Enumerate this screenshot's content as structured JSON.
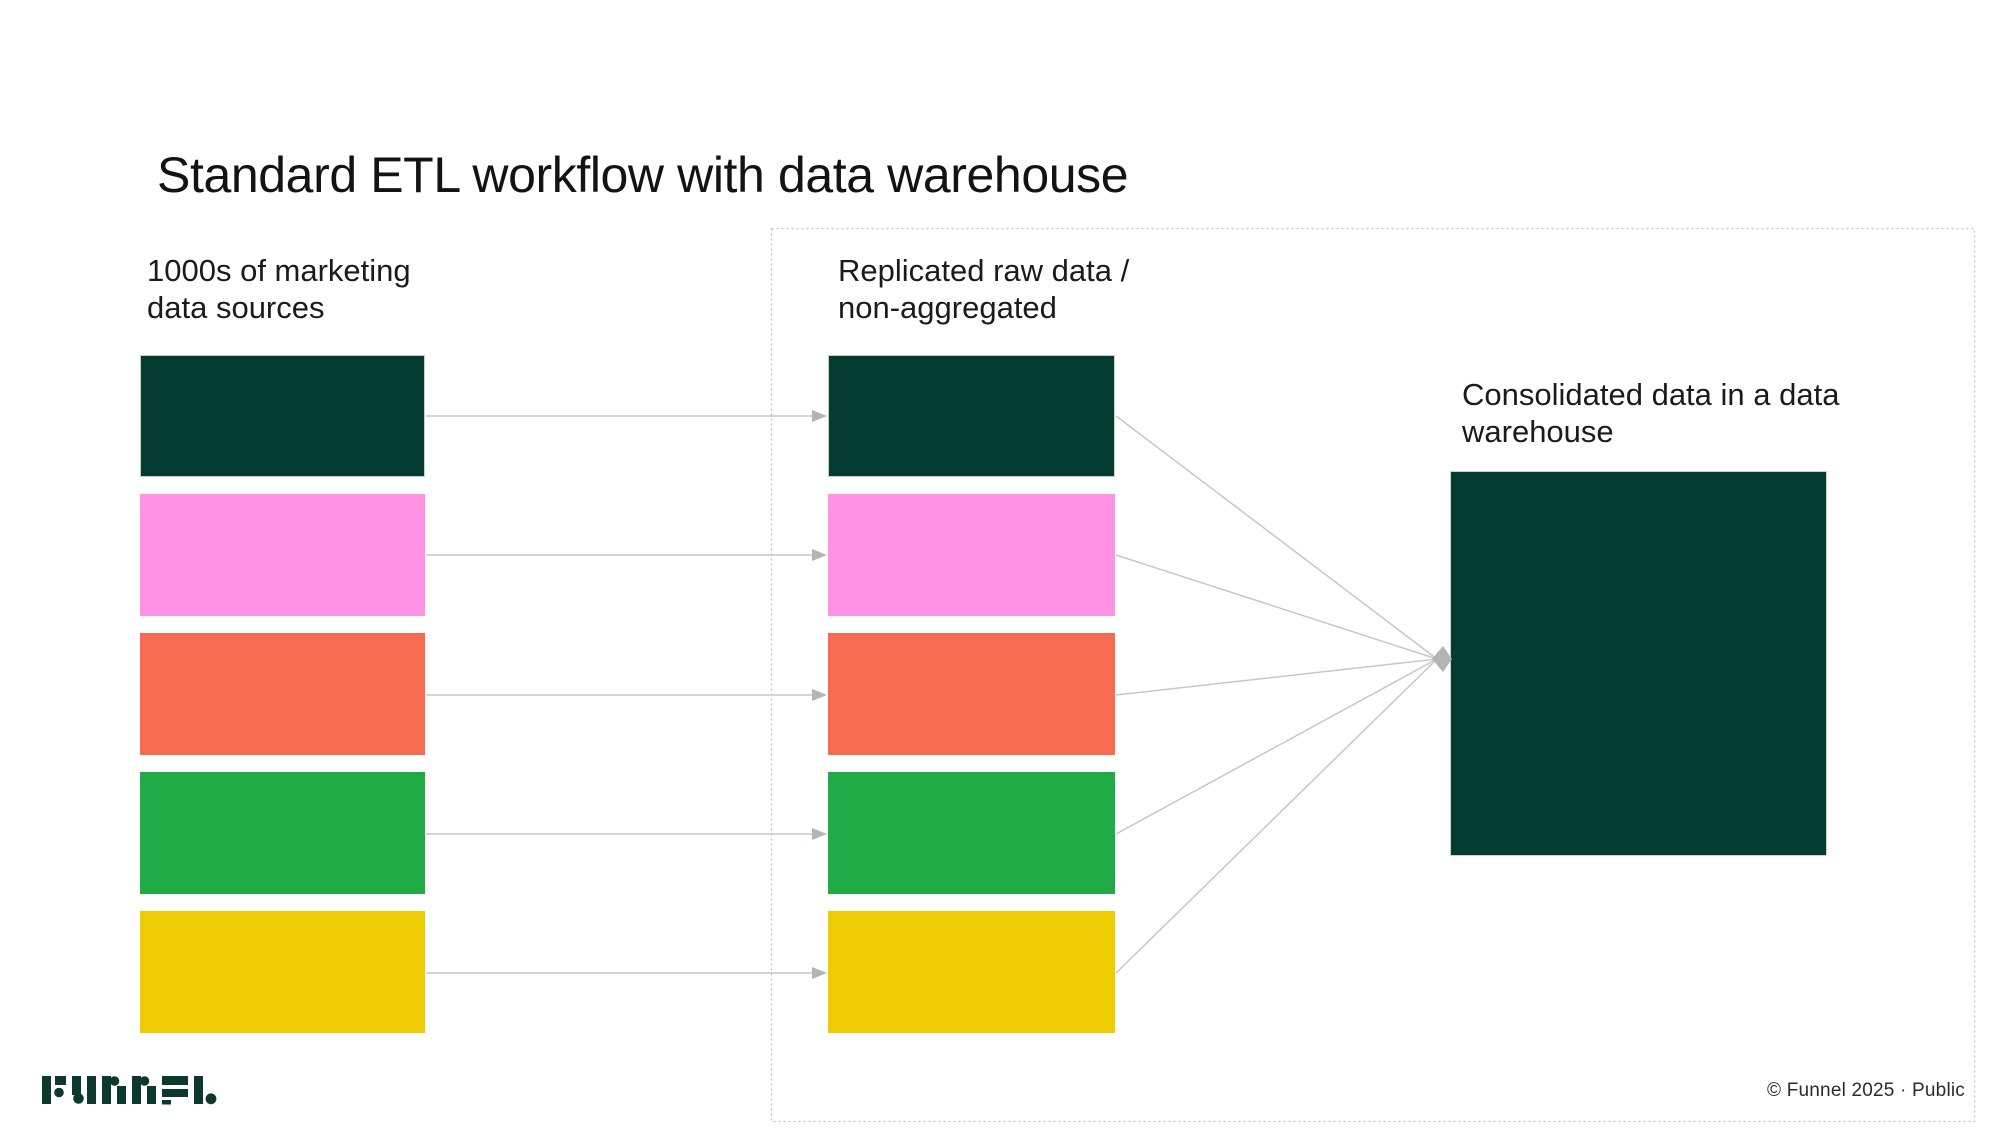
{
  "title": "Standard ETL workflow with data warehouse",
  "columns": {
    "sources": {
      "label": "1000s of marketing\ndata sources"
    },
    "replicated": {
      "label": "Replicated raw data /\nnon-aggregated"
    },
    "warehouse": {
      "label": "Consolidated data in a data\nwarehouse"
    }
  },
  "rows": [
    {
      "name": "dark-green",
      "color": "#05ality"
    },
    {
      "name": "pink",
      "color": "#FE93E3"
    },
    {
      "name": "orange",
      "color": "#F76C51"
    },
    {
      "name": "green",
      "color": "#21AB47"
    },
    {
      "name": "yellow",
      "color": "#EECC03"
    }
  ],
  "warehouse_box_color": "#053C31",
  "dark_green": "#053C31",
  "arrow_color": "#c7c7c7",
  "arrowhead_color": "#b1b5b3",
  "dashed_border_color": "#bcc7c1",
  "footer": {
    "copyright": "© Funnel 2025 · Public"
  },
  "logo": {
    "text": "Funnel",
    "color": "#0d382d"
  }
}
